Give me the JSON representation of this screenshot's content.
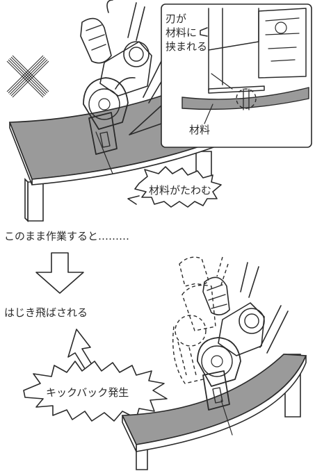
{
  "inset": {
    "blade_pinched_line1": "刃が",
    "blade_pinched_line2": "材料に",
    "blade_pinched_line3": "挟まれる",
    "material_label": "材料"
  },
  "bubble_material_bends": "材料がたわむ",
  "continue_working": "このまま作業すると………",
  "thrown_back": "はじき飛ばされる",
  "kickback_burst": "キックバック発生"
}
